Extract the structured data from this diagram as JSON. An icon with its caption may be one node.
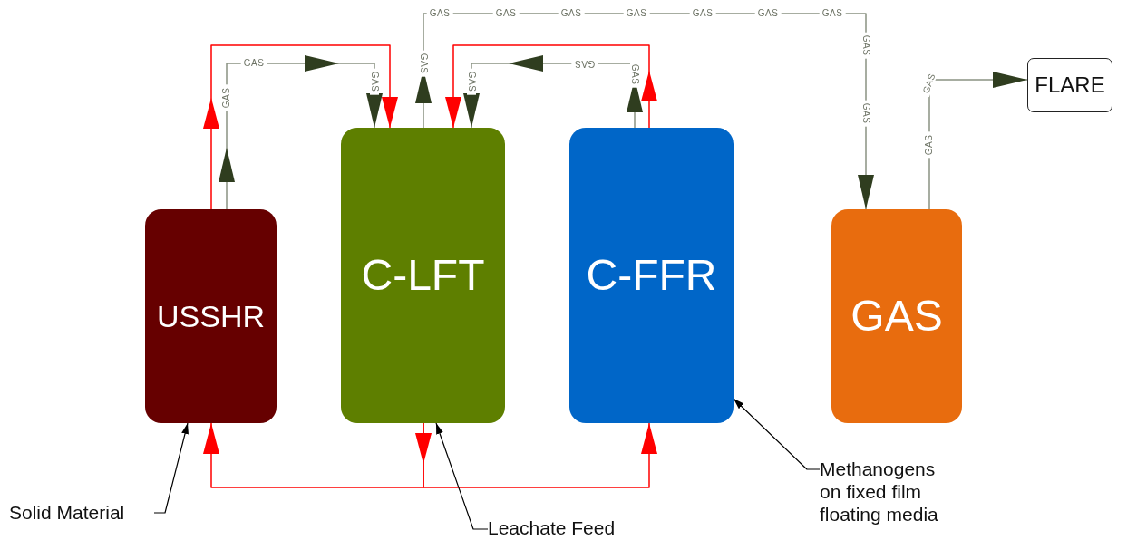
{
  "diagram": {
    "nodes": [
      {
        "text": [
          "USSHR"
        ]
      },
      {
        "text": [
          "C-LFT"
        ]
      },
      {
        "text": [
          "C-FFR"
        ]
      },
      {
        "text": [
          "GAS"
        ]
      },
      {
        "text": [
          "FLARE"
        ]
      },
      {
        "text": [
          "Solid Material"
        ]
      },
      {
        "text": [
          "Leachate Feed"
        ]
      },
      {
        "text": [
          "Methanogens on fixed film floating media"
        ]
      }
    ],
    "edges": [
      {
        "from": 0,
        "to": 1,
        "arrow": "to",
        "color": "#ff0000"
      },
      {
        "from": 2,
        "to": 1,
        "arrow": "to",
        "color": "#ff0000"
      },
      {
        "from": 1,
        "to": 0,
        "arrow": "to",
        "color": "#ff0000"
      },
      {
        "from": 1,
        "to": 2,
        "arrow": "to",
        "color": "#ff0000"
      },
      {
        "from": 0,
        "to": 1,
        "arrow": "to",
        "label": "GAS",
        "color": "#8b9383"
      },
      {
        "from": 1,
        "to": 3,
        "arrow": "to",
        "label": "GAS",
        "color": "#8b9383"
      },
      {
        "from": 2,
        "to": 1,
        "arrow": "to",
        "label": "GAS",
        "color": "#8b9383"
      },
      {
        "from": 3,
        "to": 4,
        "arrow": "to",
        "label": "GAS",
        "color": "#8b9383"
      },
      {
        "from": 5,
        "to": 0,
        "arrow": "to",
        "color": "#000000"
      },
      {
        "from": 6,
        "to": 1,
        "arrow": "to",
        "color": "#000000"
      },
      {
        "from": 7,
        "to": 2,
        "arrow": "to",
        "color": "#000000"
      }
    ],
    "labels": [
      "GAS",
      "GAS",
      "GAS",
      "GAS",
      "GAS",
      "GAS",
      "GAS",
      "GAS",
      "GAS",
      "GAS",
      "GAS",
      "GAS",
      "GAS",
      "GAS"
    ]
  }
}
